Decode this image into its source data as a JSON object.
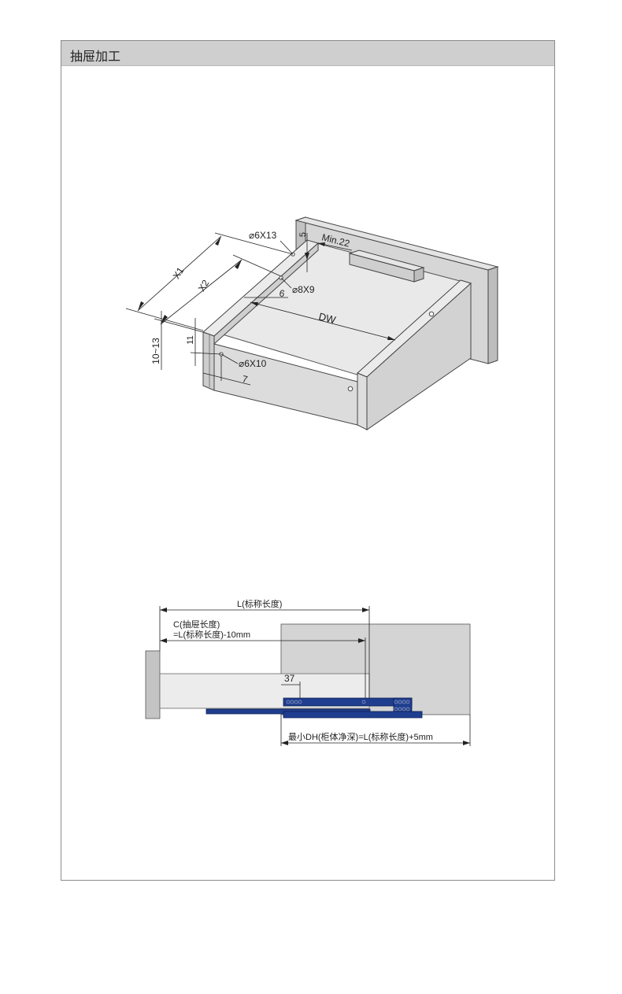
{
  "header": {
    "title": "抽屉加工"
  },
  "drawer_3d": {
    "labels": {
      "x1": "X1",
      "x2": "X2",
      "range_10_13": "10~13",
      "eleven": "11",
      "hole_6x13": "⌀6X13",
      "five": "5",
      "min22": "Min.22",
      "hole_8x9": "⌀8X9",
      "six": "6",
      "dw": "DW",
      "hole_6x10": "⌀6X10",
      "seven": "7"
    }
  },
  "side_view": {
    "labels": {
      "l_nominal": "L(标称长度)",
      "c_line1": "C(抽屉长度)",
      "c_line2": "=L(标称长度)-10mm",
      "thirty_seven": "37",
      "min_dh": "最小DH(柜体净深)=L(标称长度)+5mm"
    },
    "colors": {
      "slide_blue": "#1f3e8f",
      "panel_gray": "#d4d4d4",
      "drawer_light": "#ececec"
    }
  }
}
